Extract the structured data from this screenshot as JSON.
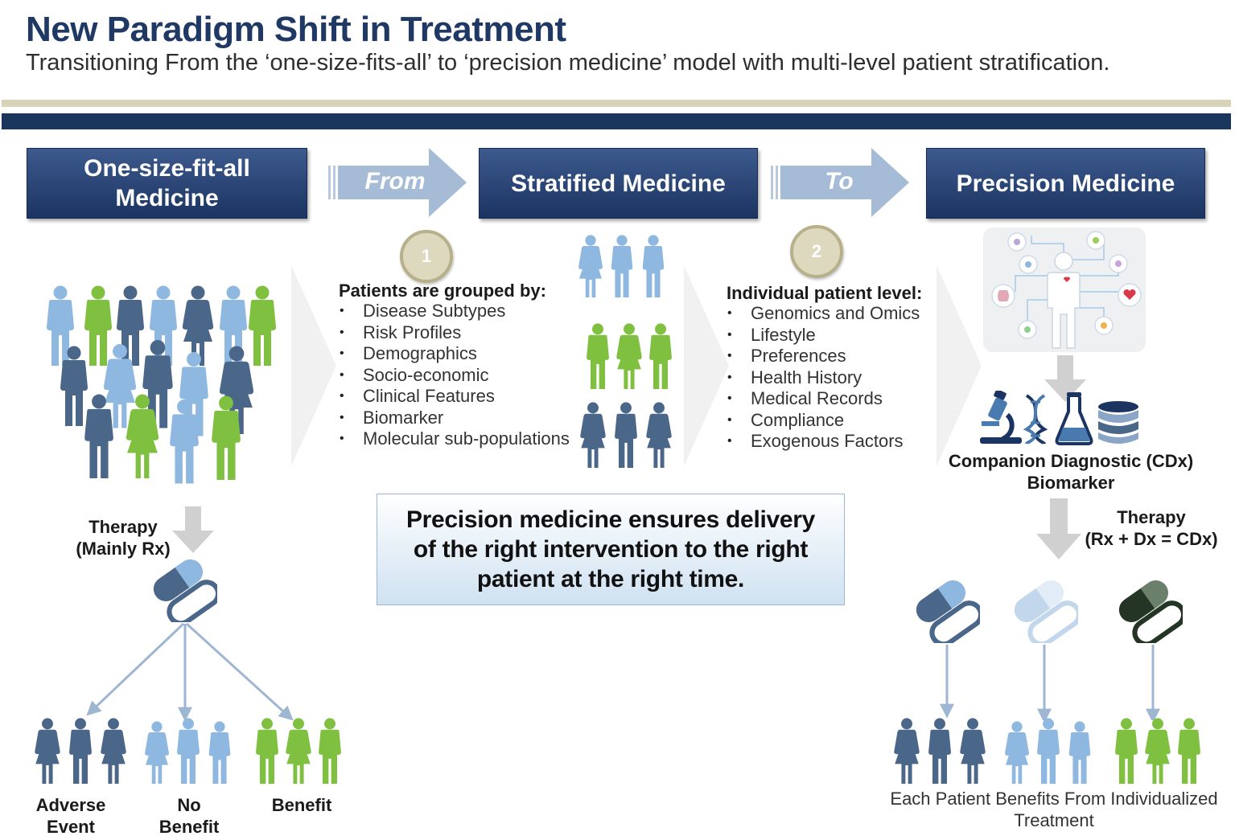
{
  "header": {
    "title": "New Paradigm Shift in Treatment",
    "subtitle": "Transitioning From the ‘one-size-fits-all’ to ‘precision medicine’ model with multi-level patient stratification."
  },
  "stages": {
    "one_size": {
      "line1": "One-size-fit-all",
      "line2": "Medicine"
    },
    "from_label": "From",
    "stratified": "Stratified Medicine",
    "to_label": "To",
    "precision": "Precision Medicine"
  },
  "step1": {
    "number": "1",
    "heading": "Patients are grouped by:",
    "items": [
      "Disease Subtypes",
      "Risk Profiles",
      "Demographics",
      "Socio-economic",
      "Clinical Features",
      "Biomarker",
      "Molecular sub-populations"
    ]
  },
  "step2": {
    "number": "2",
    "heading": "Individual patient level:",
    "items": [
      "Genomics and Omics",
      "Lifestyle",
      "Preferences",
      "Health History",
      "Medical Records",
      "Compliance",
      "Exogenous Factors"
    ]
  },
  "left": {
    "therapy_line1": "Therapy",
    "therapy_line2": "(Mainly Rx)",
    "outcomes": {
      "adverse_line1": "Adverse",
      "adverse_line2": "Event",
      "nobenefit_line1": "No",
      "nobenefit_line2": "Benefit",
      "benefit": "Benefit"
    }
  },
  "callout": {
    "line1": "Precision medicine ensures delivery",
    "line2": "of the right intervention to the right",
    "line3": "patient at the right time."
  },
  "right": {
    "cdx_line1": "Companion Diagnostic (CDx)",
    "cdx_line2": "Biomarker",
    "therapy_line1": "Therapy",
    "therapy_line2": "(Rx + Dx = CDx)",
    "result_line1": "Each Patient Benefits From Individualized",
    "result_line2": "Treatment"
  },
  "colors": {
    "navy": "#1b3461",
    "dark_blue_person": "#4a6689",
    "light_blue_person": "#8fb8e0",
    "green_person": "#7fc041",
    "arrow_blue": "#9fb6d3",
    "gray_arrow": "#d0d0d0"
  },
  "icons": [
    "people-crowd-icon",
    "pill-capsule-icon",
    "microscope-icon",
    "dna-icon",
    "flask-icon",
    "database-icon",
    "human-body-organs-icon"
  ]
}
